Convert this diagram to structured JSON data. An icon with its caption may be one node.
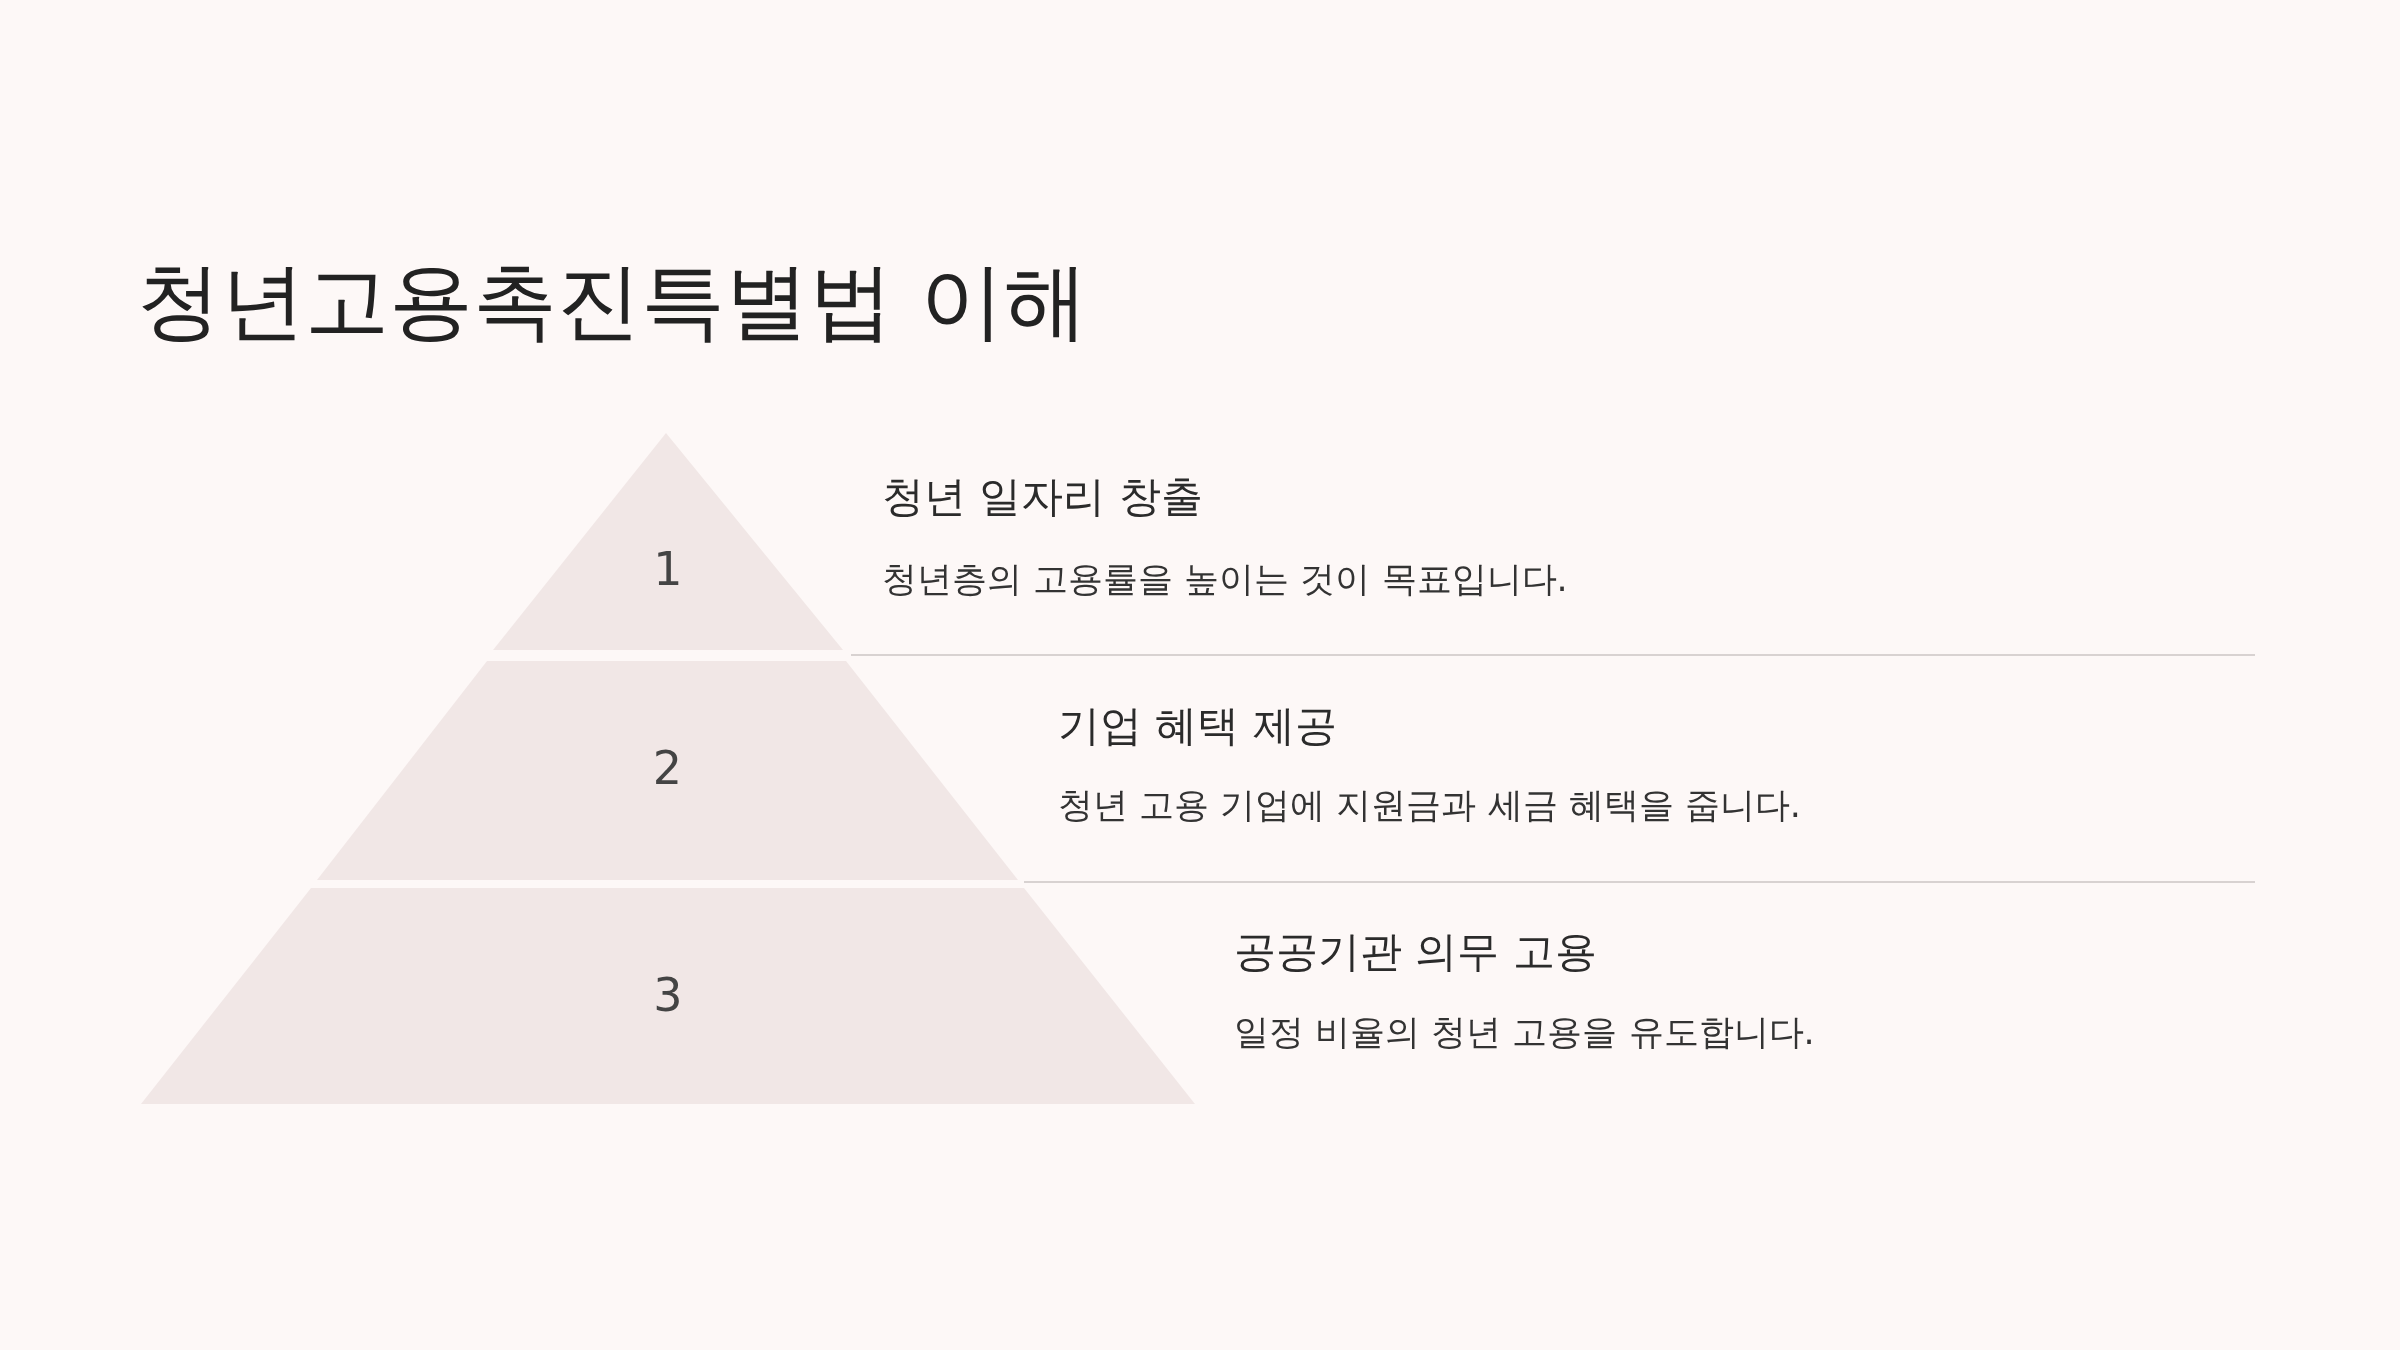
{
  "diagram": {
    "title": "청년고용촉진특별법 이해",
    "nodes": [
      {
        "text": [
          "1"
        ],
        "beside": [
          "청년 일자리 창출",
          "청년층의 고용률을 높이는 것이 목표입니다."
        ]
      },
      {
        "text": [
          "2"
        ],
        "beside": [
          "기업 혜택 제공",
          "청년 고용 기업에 지원금과 세금 혜택을 줍니다."
        ]
      },
      {
        "text": [
          "3"
        ],
        "beside": [
          "공공기관 의무 고용",
          "일정 비율의 청년 고용을 유도합니다."
        ]
      }
    ]
  }
}
